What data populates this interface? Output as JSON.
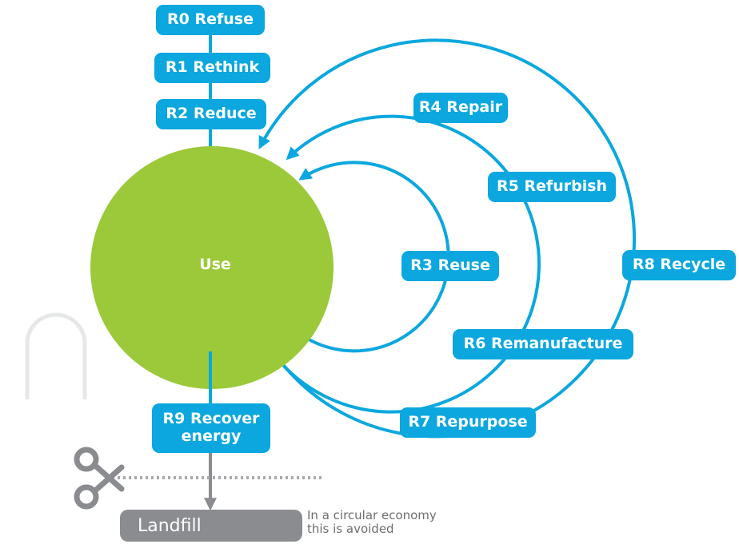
{
  "colors": {
    "accent": "#0ba7de",
    "use_circle": "#9bc93a",
    "landfill": "#8a8c8f",
    "dotted": "#a7a9ac"
  },
  "center": {
    "label": "Use"
  },
  "strategies": {
    "r0": "R0 Refuse",
    "r1": "R1 Rethink",
    "r2": "R2 Reduce",
    "r3": "R3 Reuse",
    "r4": "R4 Repair",
    "r5": "R5 Refurbish",
    "r6": "R6 Remanufacture",
    "r7": "R7 Repurpose",
    "r8": "R8 Recycle",
    "r9_line1": "R9 Recover",
    "r9_line2": "energy"
  },
  "landfill": {
    "label": "Landfill"
  },
  "note": {
    "line1": "In a circular economy",
    "line2": "this is avoided"
  },
  "icons": {
    "cut": "scissors-icon"
  }
}
